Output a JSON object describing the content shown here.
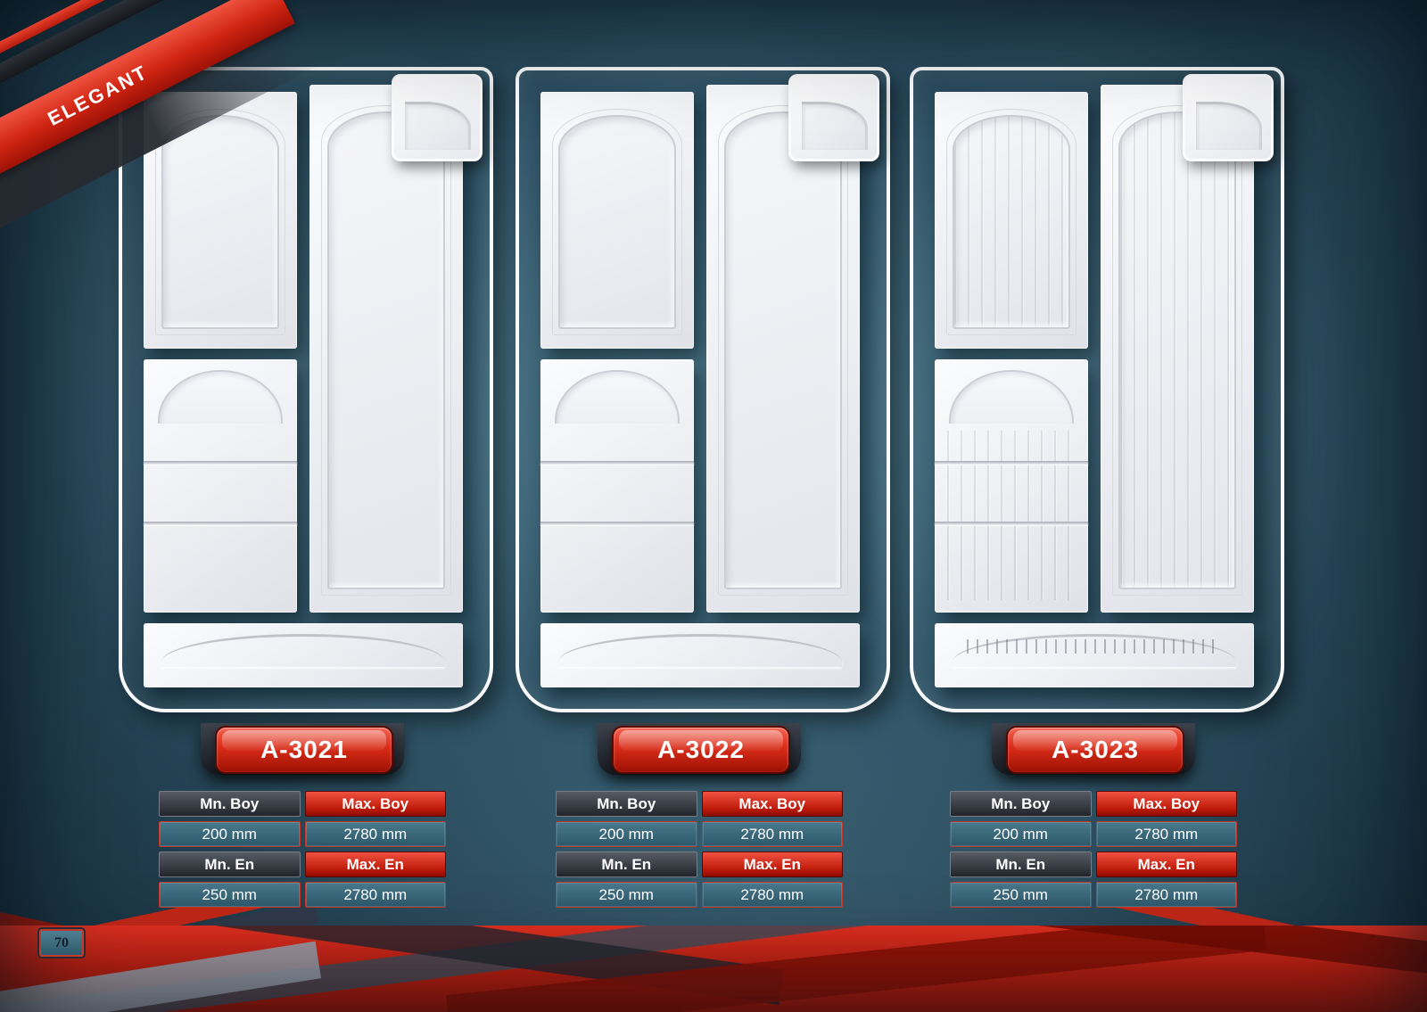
{
  "header": {
    "ribbon_label": "ELEGANT"
  },
  "products": [
    {
      "model": "A-3021",
      "specs": {
        "min_boy_label": "Mn. Boy",
        "max_boy_label": "Max. Boy",
        "min_boy_value": "200 mm",
        "max_boy_value": "2780 mm",
        "min_en_label": "Mn. En",
        "max_en_label": "Max. En",
        "min_en_value": "250 mm",
        "max_en_value": "2780 mm"
      }
    },
    {
      "model": "A-3022",
      "specs": {
        "min_boy_label": "Mn. Boy",
        "max_boy_label": "Max. Boy",
        "min_boy_value": "200 mm",
        "max_boy_value": "2780 mm",
        "min_en_label": "Mn. En",
        "max_en_label": "Max. En",
        "min_en_value": "250 mm",
        "max_en_value": "2780 mm"
      }
    },
    {
      "model": "A-3023",
      "specs": {
        "min_boy_label": "Mn. Boy",
        "max_boy_label": "Max. Boy",
        "min_boy_value": "200 mm",
        "max_boy_value": "2780 mm",
        "min_en_label": "Mn. En",
        "max_en_label": "Max. En",
        "min_en_value": "250 mm",
        "max_en_value": "2780 mm"
      }
    }
  ],
  "footer": {
    "page_number": "70"
  },
  "colors": {
    "accent_red": "#d2281a",
    "panel_white": "#f2f3f6",
    "background_teal": "#2c5062",
    "table_header_dark": "#33373e",
    "table_value_teal": "#3a6b7d"
  }
}
